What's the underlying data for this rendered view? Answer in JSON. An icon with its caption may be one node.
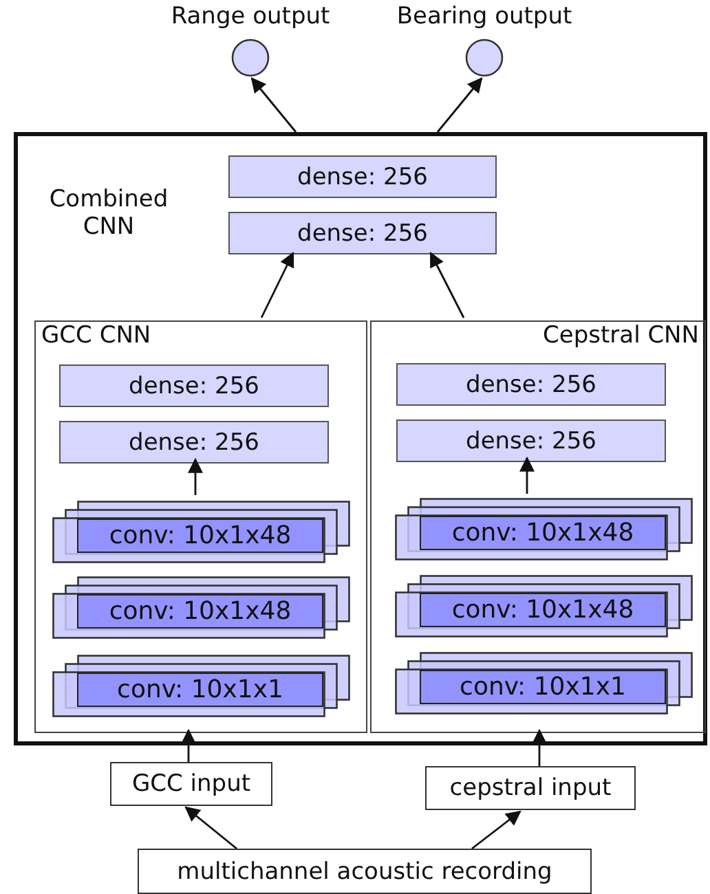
{
  "diagram": {
    "nodes": [
      {
        "text": [
          "Range output"
        ]
      },
      {
        "text": [
          "Bearing output"
        ]
      },
      {
        "text": [
          "Combined CNN"
        ]
      },
      {
        "text": [
          "dense: 256"
        ],
        "in": 2
      },
      {
        "text": [
          "dense: 256"
        ],
        "in": 2
      },
      {
        "text": [
          "GCC CNN"
        ],
        "in": 2
      },
      {
        "text": [
          "dense: 256"
        ],
        "in": 5
      },
      {
        "text": [
          "dense: 256"
        ],
        "in": 5
      },
      {
        "text": [
          "conv: 10x1x48"
        ],
        "in": 5
      },
      {
        "text": [
          "conv: 10x1x48"
        ],
        "in": 5
      },
      {
        "text": [
          "conv: 10x1x1"
        ],
        "in": 5
      },
      {
        "text": [
          "Cepstral CNN"
        ],
        "in": 2
      },
      {
        "text": [
          "dense: 256"
        ],
        "in": 11
      },
      {
        "text": [
          "dense: 256"
        ],
        "in": 11
      },
      {
        "text": [
          "conv: 10x1x48"
        ],
        "in": 11
      },
      {
        "text": [
          "conv: 10x1x48"
        ],
        "in": 11
      },
      {
        "text": [
          "conv: 10x1x1"
        ],
        "in": 11
      },
      {
        "text": [
          "GCC input"
        ]
      },
      {
        "text": [
          "cepstral input"
        ]
      },
      {
        "text": [
          "multichannel acoustic recording"
        ]
      }
    ],
    "edges": [
      {
        "from": 2,
        "to": 0,
        "arrow": "to"
      },
      {
        "from": 2,
        "to": 1,
        "arrow": "to"
      },
      {
        "from": 5,
        "to": 4,
        "arrow": "to"
      },
      {
        "from": 11,
        "to": 4,
        "arrow": "to"
      },
      {
        "from": 8,
        "to": 7,
        "arrow": "to"
      },
      {
        "from": 14,
        "to": 13,
        "arrow": "to"
      },
      {
        "from": 17,
        "to": 5,
        "arrow": "to"
      },
      {
        "from": 18,
        "to": 11,
        "arrow": "to"
      },
      {
        "from": 19,
        "to": 17,
        "arrow": "to"
      },
      {
        "from": 19,
        "to": 18,
        "arrow": "to"
      }
    ]
  }
}
